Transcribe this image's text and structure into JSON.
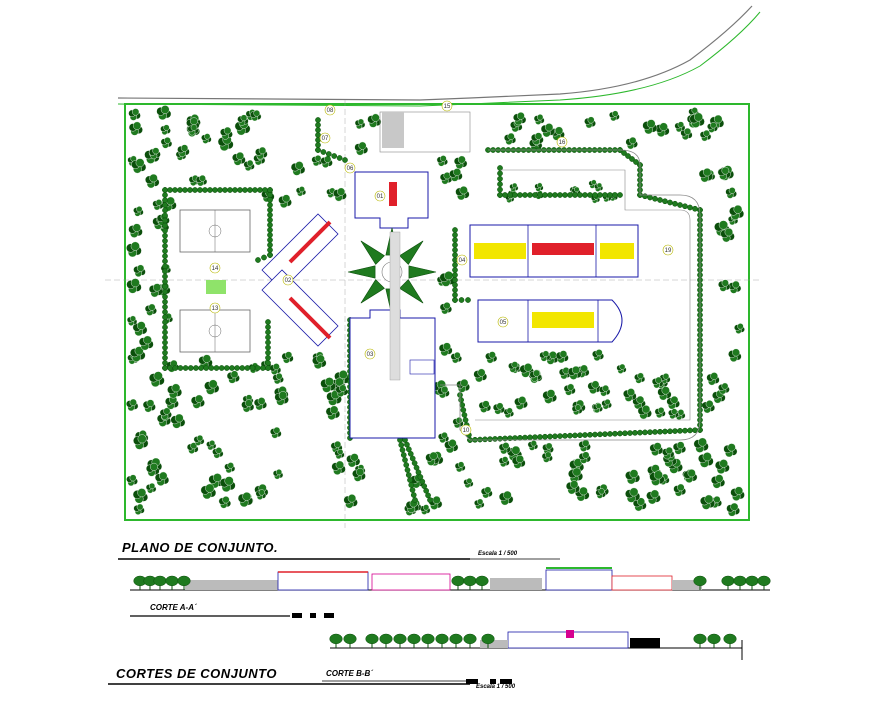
{
  "plan": {
    "title": "PLANO DE CONJUNTO.",
    "scale_label": "Escala   1  /  500",
    "buildings": [
      {
        "id": "01",
        "label": "01"
      },
      {
        "id": "02",
        "label": "02"
      },
      {
        "id": "03",
        "label": "03"
      },
      {
        "id": "04",
        "label": "04"
      },
      {
        "id": "05",
        "label": "05"
      },
      {
        "id": "06",
        "label": "06"
      },
      {
        "id": "07",
        "label": "07"
      },
      {
        "id": "08",
        "label": "08"
      },
      {
        "id": "10",
        "label": "10"
      },
      {
        "id": "13",
        "label": "13"
      },
      {
        "id": "14",
        "label": "14"
      },
      {
        "id": "15",
        "label": "15"
      },
      {
        "id": "16",
        "label": "16"
      },
      {
        "id": "19",
        "label": "19"
      }
    ]
  },
  "sections": {
    "title": "CORTES DE CONJUNTO",
    "corte_a": "CORTE A-A´",
    "corte_b": "CORTE B-B´",
    "scale_label": "Escala   1  /  500"
  },
  "colors": {
    "boundary": "#2db82d",
    "tree_fill": "#1f7a1f",
    "tree_dark": "#0b4f0b",
    "building_line": "#1a1aa8",
    "accent_red": "#e0202a",
    "accent_yellow": "#f2e600",
    "road": "#9a9a9a"
  }
}
